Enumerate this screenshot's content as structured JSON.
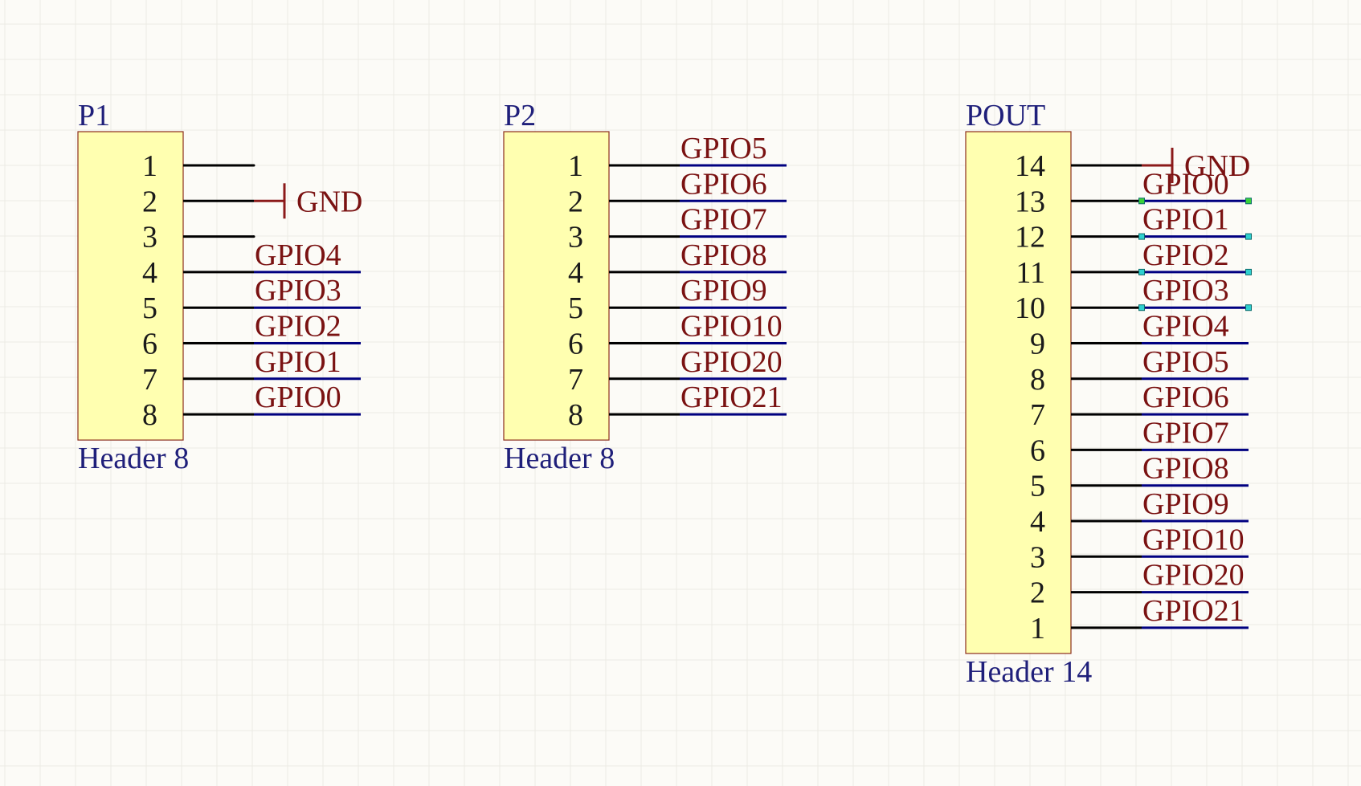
{
  "colors": {
    "background": "#fcfbf7",
    "grid": "#ecebe4",
    "body_fill": "#ffffb0",
    "body_stroke": "#8b2d1c",
    "pin_wire": "#000000",
    "net_wire": "#000080",
    "net_label_text": "#7a1212",
    "power_symbol": "#8b1a1a",
    "designator_text": "#1f1f7a",
    "selection_handle": "#2fd0d0",
    "selection_handle_alt": "#3ad13a"
  },
  "components": [
    {
      "designator": "P1",
      "comment": "Header 8",
      "pins": [
        {
          "num": "1",
          "net": ""
        },
        {
          "num": "2",
          "net": "GND",
          "power": true
        },
        {
          "num": "3",
          "net": ""
        },
        {
          "num": "4",
          "net": "GPIO4"
        },
        {
          "num": "5",
          "net": "GPIO3"
        },
        {
          "num": "6",
          "net": "GPIO2"
        },
        {
          "num": "7",
          "net": "GPIO1"
        },
        {
          "num": "8",
          "net": "GPIO0"
        }
      ]
    },
    {
      "designator": "P2",
      "comment": "Header 8",
      "pins": [
        {
          "num": "1",
          "net": "GPIO5"
        },
        {
          "num": "2",
          "net": "GPIO6"
        },
        {
          "num": "3",
          "net": "GPIO7"
        },
        {
          "num": "4",
          "net": "GPIO8"
        },
        {
          "num": "5",
          "net": "GPIO9"
        },
        {
          "num": "6",
          "net": "GPIO10"
        },
        {
          "num": "7",
          "net": "GPIO20"
        },
        {
          "num": "8",
          "net": "GPIO21"
        }
      ]
    },
    {
      "designator": "POUT",
      "comment": "Header 14",
      "pins": [
        {
          "num": "14",
          "net": "GND",
          "power": true
        },
        {
          "num": "13",
          "net": "GPIO0",
          "selected": true,
          "handle": "green"
        },
        {
          "num": "12",
          "net": "GPIO1",
          "selected": true
        },
        {
          "num": "11",
          "net": "GPIO2",
          "selected": true
        },
        {
          "num": "10",
          "net": "GPIO3",
          "selected": true
        },
        {
          "num": "9",
          "net": "GPIO4"
        },
        {
          "num": "8",
          "net": "GPIO5"
        },
        {
          "num": "7",
          "net": "GPIO6"
        },
        {
          "num": "6",
          "net": "GPIO7"
        },
        {
          "num": "5",
          "net": "GPIO8"
        },
        {
          "num": "4",
          "net": "GPIO9"
        },
        {
          "num": "3",
          "net": "GPIO10"
        },
        {
          "num": "2",
          "net": "GPIO20"
        },
        {
          "num": "1",
          "net": "GPIO21"
        }
      ]
    }
  ]
}
